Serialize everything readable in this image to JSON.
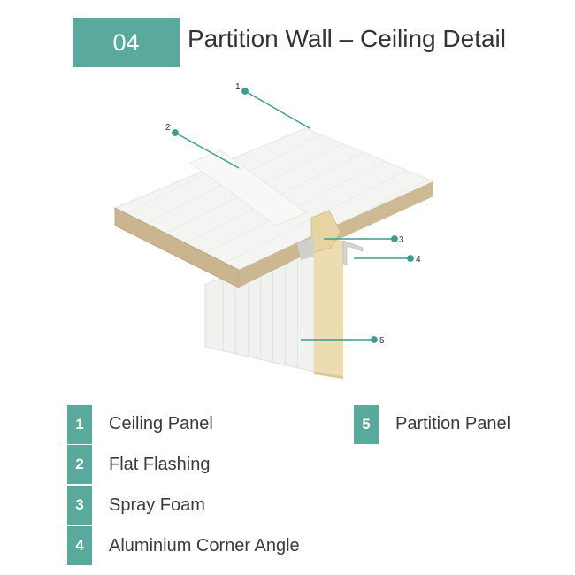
{
  "header": {
    "badge": "04",
    "title": "Partition Wall – Ceiling Detail"
  },
  "callouts": [
    "1",
    "2",
    "3",
    "4",
    "5"
  ],
  "legend": [
    {
      "num": "1",
      "label": "Ceiling Panel"
    },
    {
      "num": "2",
      "label": "Flat Flashing"
    },
    {
      "num": "3",
      "label": "Spray Foam"
    },
    {
      "num": "4",
      "label": "Aluminium Corner Angle"
    },
    {
      "num": "5",
      "label": "Partition Panel"
    }
  ],
  "colors": {
    "accent": "#5aa99d",
    "leader": "#3a9d8f",
    "panel": "#f3f3f1",
    "core": "#c8b48d",
    "foam": "#e9ddb4"
  }
}
